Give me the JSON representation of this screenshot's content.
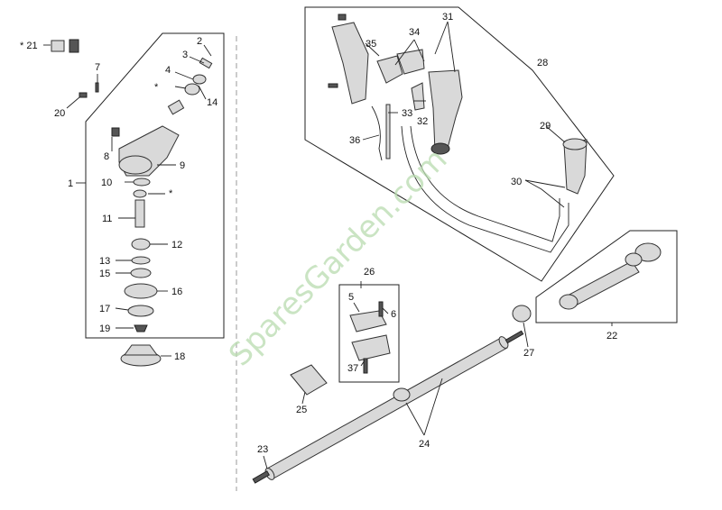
{
  "diagram": {
    "part_numbers": {
      "p1": "1",
      "p2": "2",
      "p3": "3",
      "p4": "4",
      "p5": "5",
      "p6": "6",
      "p7": "7",
      "p8": "8",
      "p9": "9",
      "p10": "10",
      "p11": "11",
      "p12": "12",
      "p13": "13",
      "p14": "14",
      "p15": "15",
      "p16": "16",
      "p17": "17",
      "p18": "18",
      "p19": "19",
      "p20": "20",
      "p21": "* 21",
      "p22": "22",
      "p23": "23",
      "p24": "24",
      "p25": "25",
      "p26": "26",
      "p27": "27",
      "p28": "28",
      "p29": "29",
      "p30": "30",
      "p31": "31",
      "p32": "32",
      "p33": "33",
      "p34": "34",
      "p35": "35",
      "p36": "36",
      "p37": "37"
    },
    "asterisk_a": "*",
    "asterisk_b": "*",
    "watermark": "SparesGarden.com",
    "colors": {
      "line": "#222222",
      "watermark": "#b9dcb0",
      "part_fill": "#d9d9d9"
    }
  }
}
